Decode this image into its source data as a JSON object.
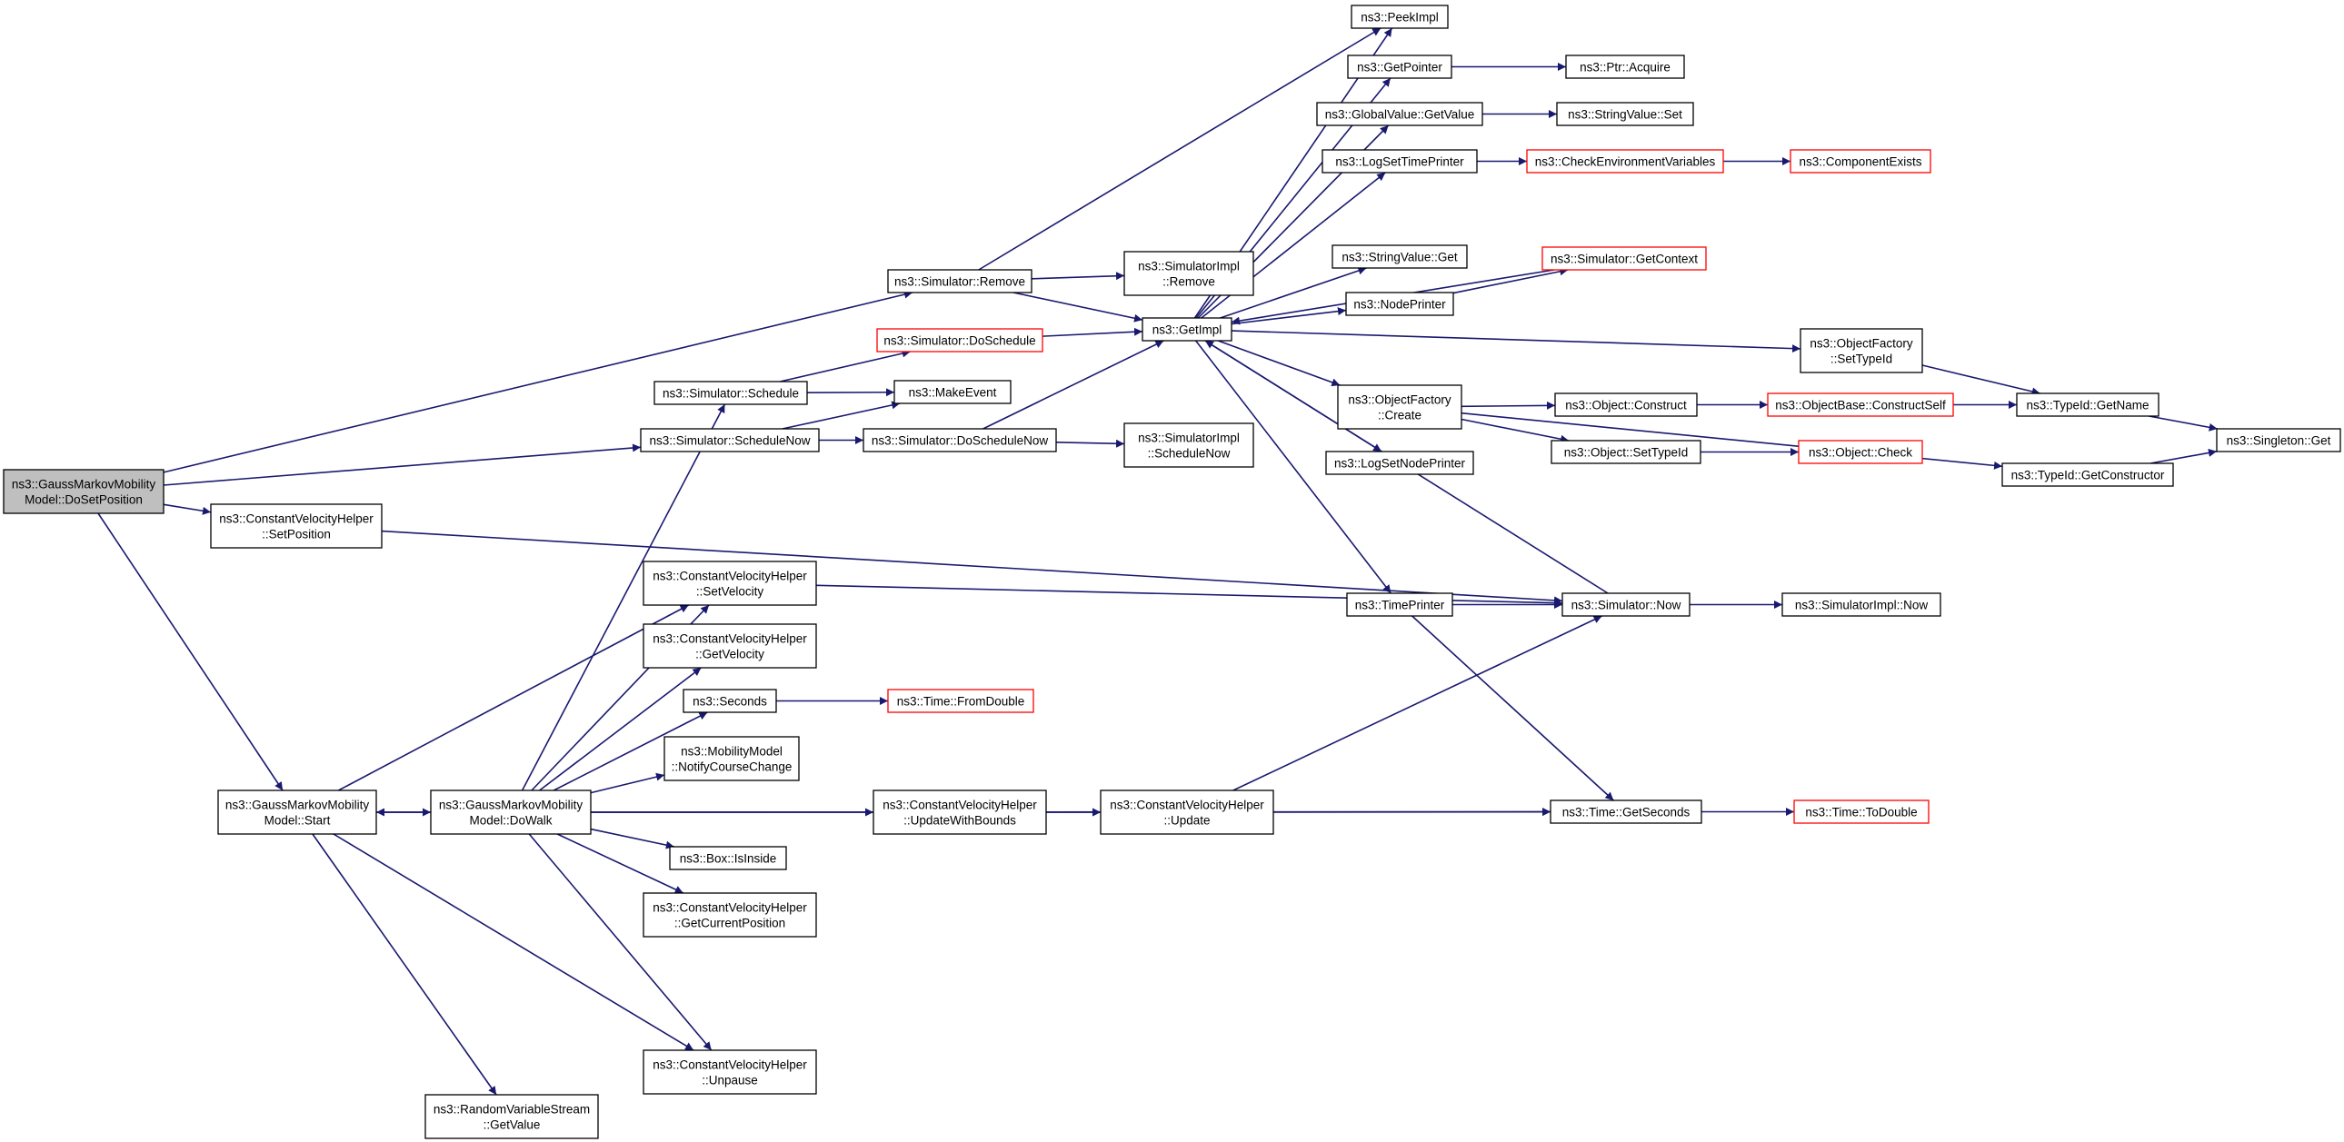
{
  "graph": {
    "title": "",
    "colors": {
      "edge": "#191970",
      "box": "#000000",
      "box_missing": "#ff0000",
      "root_fill": "#bfbfbf",
      "background": "#ffffff"
    },
    "nodes": [
      {
        "id": "dosetposition",
        "lines": [
          "ns3::GaussMarkovMobility",
          "Model::DoSetPosition"
        ],
        "style": "root"
      },
      {
        "id": "cvh_setposition",
        "lines": [
          "ns3::ConstantVelocityHelper",
          "::SetPosition"
        ],
        "style": "normal"
      },
      {
        "id": "gm_start",
        "lines": [
          "ns3::GaussMarkovMobility",
          "Model::Start"
        ],
        "style": "normal"
      },
      {
        "id": "gm_dowalk",
        "lines": [
          "ns3::GaussMarkovMobility",
          "Model::DoWalk"
        ],
        "style": "normal"
      },
      {
        "id": "rvs_getvalue",
        "lines": [
          "ns3::RandomVariableStream",
          "::GetValue"
        ],
        "style": "normal"
      },
      {
        "id": "sim_schedule",
        "lines": [
          "ns3::Simulator::Schedule"
        ],
        "style": "normal"
      },
      {
        "id": "sim_schedulenow",
        "lines": [
          "ns3::Simulator::ScheduleNow"
        ],
        "style": "normal"
      },
      {
        "id": "cvh_setvelocity",
        "lines": [
          "ns3::ConstantVelocityHelper",
          "::SetVelocity"
        ],
        "style": "normal"
      },
      {
        "id": "cvh_getvelocity",
        "lines": [
          "ns3::ConstantVelocityHelper",
          "::GetVelocity"
        ],
        "style": "normal"
      },
      {
        "id": "seconds",
        "lines": [
          "ns3::Seconds"
        ],
        "style": "normal"
      },
      {
        "id": "mm_notify",
        "lines": [
          "ns3::MobilityModel",
          "::NotifyCourseChange"
        ],
        "style": "normal"
      },
      {
        "id": "box_isinside",
        "lines": [
          "ns3::Box::IsInside"
        ],
        "style": "normal"
      },
      {
        "id": "cvh_getcurrentposition",
        "lines": [
          "ns3::ConstantVelocityHelper",
          "::GetCurrentPosition"
        ],
        "style": "normal"
      },
      {
        "id": "cvh_unpause",
        "lines": [
          "ns3::ConstantVelocityHelper",
          "::Unpause"
        ],
        "style": "normal"
      },
      {
        "id": "sim_remove",
        "lines": [
          "ns3::Simulator::Remove"
        ],
        "style": "normal"
      },
      {
        "id": "sim_doschedule",
        "lines": [
          "ns3::Simulator::DoSchedule"
        ],
        "style": "missing"
      },
      {
        "id": "makeevent",
        "lines": [
          "ns3::MakeEvent"
        ],
        "style": "normal"
      },
      {
        "id": "sim_doschedulenow",
        "lines": [
          "ns3::Simulator::DoScheduleNow"
        ],
        "style": "normal"
      },
      {
        "id": "time_fromdouble",
        "lines": [
          "ns3::Time::FromDouble"
        ],
        "style": "missing"
      },
      {
        "id": "cvh_updatewithbounds",
        "lines": [
          "ns3::ConstantVelocityHelper",
          "::UpdateWithBounds"
        ],
        "style": "normal"
      },
      {
        "id": "simimpl_remove",
        "lines": [
          "ns3::SimulatorImpl",
          "::Remove"
        ],
        "style": "normal"
      },
      {
        "id": "getimpl",
        "lines": [
          "ns3::GetImpl"
        ],
        "style": "normal"
      },
      {
        "id": "simimpl_schedulenow",
        "lines": [
          "ns3::SimulatorImpl",
          "::ScheduleNow"
        ],
        "style": "normal"
      },
      {
        "id": "cvh_update",
        "lines": [
          "ns3::ConstantVelocityHelper",
          "::Update"
        ],
        "style": "normal"
      },
      {
        "id": "peekimpl",
        "lines": [
          "ns3::PeekImpl"
        ],
        "style": "normal"
      },
      {
        "id": "getpointer",
        "lines": [
          "ns3::GetPointer"
        ],
        "style": "normal"
      },
      {
        "id": "gv_getvalue",
        "lines": [
          "ns3::GlobalValue::GetValue"
        ],
        "style": "normal"
      },
      {
        "id": "logsettimeprinter",
        "lines": [
          "ns3::LogSetTimePrinter"
        ],
        "style": "normal"
      },
      {
        "id": "stringvalue_get",
        "lines": [
          "ns3::StringValue::Get"
        ],
        "style": "normal"
      },
      {
        "id": "nodeprinter",
        "lines": [
          "ns3::NodePrinter"
        ],
        "style": "normal"
      },
      {
        "id": "of_create",
        "lines": [
          "ns3::ObjectFactory",
          "::Create"
        ],
        "style": "normal"
      },
      {
        "id": "logsetnodeprinter",
        "lines": [
          "ns3::LogSetNodePrinter"
        ],
        "style": "normal"
      },
      {
        "id": "timeprinter",
        "lines": [
          "ns3::TimePrinter"
        ],
        "style": "normal"
      },
      {
        "id": "ptr_acquire",
        "lines": [
          "ns3::Ptr::Acquire"
        ],
        "style": "normal"
      },
      {
        "id": "stringvalue_set",
        "lines": [
          "ns3::StringValue::Set"
        ],
        "style": "normal"
      },
      {
        "id": "checkenv",
        "lines": [
          "ns3::CheckEnvironmentVariables"
        ],
        "style": "missing"
      },
      {
        "id": "sim_getcontext",
        "lines": [
          "ns3::Simulator::GetContext"
        ],
        "style": "missing"
      },
      {
        "id": "object_construct",
        "lines": [
          "ns3::Object::Construct"
        ],
        "style": "normal"
      },
      {
        "id": "object_settypeid",
        "lines": [
          "ns3::Object::SetTypeId"
        ],
        "style": "normal"
      },
      {
        "id": "sim_now",
        "lines": [
          "ns3::Simulator::Now"
        ],
        "style": "normal"
      },
      {
        "id": "time_getseconds",
        "lines": [
          "ns3::Time::GetSeconds"
        ],
        "style": "normal"
      },
      {
        "id": "componentexists",
        "lines": [
          "ns3::ComponentExists"
        ],
        "style": "missing"
      },
      {
        "id": "objectbase_constructself",
        "lines": [
          "ns3::ObjectBase::ConstructSelf"
        ],
        "style": "missing"
      },
      {
        "id": "object_check",
        "lines": [
          "ns3::Object::Check"
        ],
        "style": "missing"
      },
      {
        "id": "of_settypeid",
        "lines": [
          "ns3::ObjectFactory",
          "::SetTypeId"
        ],
        "style": "normal"
      },
      {
        "id": "simimpl_now",
        "lines": [
          "ns3::SimulatorImpl::Now"
        ],
        "style": "normal"
      },
      {
        "id": "time_todouble",
        "lines": [
          "ns3::Time::ToDouble"
        ],
        "style": "missing"
      },
      {
        "id": "typeid_getname",
        "lines": [
          "ns3::TypeId::GetName"
        ],
        "style": "normal"
      },
      {
        "id": "typeid_getconstructor",
        "lines": [
          "ns3::TypeId::GetConstructor"
        ],
        "style": "normal"
      },
      {
        "id": "singleton_get",
        "lines": [
          "ns3::Singleton::Get"
        ],
        "style": "normal"
      }
    ],
    "edges": [
      [
        "dosetposition",
        "sim_remove"
      ],
      [
        "dosetposition",
        "sim_schedulenow"
      ],
      [
        "dosetposition",
        "cvh_setposition"
      ],
      [
        "dosetposition",
        "gm_start"
      ],
      [
        "cvh_setposition",
        "sim_now"
      ],
      [
        "gm_start",
        "gm_dowalk"
      ],
      [
        "gm_start",
        "cvh_setvelocity"
      ],
      [
        "gm_start",
        "cvh_update"
      ],
      [
        "gm_start",
        "cvh_unpause"
      ],
      [
        "gm_start",
        "rvs_getvalue"
      ],
      [
        "gm_dowalk",
        "gm_start"
      ],
      [
        "gm_dowalk",
        "sim_schedule"
      ],
      [
        "gm_dowalk",
        "cvh_setvelocity"
      ],
      [
        "gm_dowalk",
        "cvh_getvelocity"
      ],
      [
        "gm_dowalk",
        "seconds"
      ],
      [
        "gm_dowalk",
        "mm_notify"
      ],
      [
        "gm_dowalk",
        "cvh_updatewithbounds"
      ],
      [
        "gm_dowalk",
        "box_isinside"
      ],
      [
        "gm_dowalk",
        "cvh_getcurrentposition"
      ],
      [
        "gm_dowalk",
        "cvh_unpause"
      ],
      [
        "gm_dowalk",
        "time_getseconds"
      ],
      [
        "sim_schedule",
        "sim_doschedule"
      ],
      [
        "sim_schedule",
        "makeevent"
      ],
      [
        "sim_schedulenow",
        "makeevent"
      ],
      [
        "sim_schedulenow",
        "sim_doschedulenow"
      ],
      [
        "cvh_setvelocity",
        "sim_now"
      ],
      [
        "seconds",
        "time_fromdouble"
      ],
      [
        "sim_remove",
        "peekimpl"
      ],
      [
        "sim_remove",
        "simimpl_remove"
      ],
      [
        "sim_remove",
        "getimpl"
      ],
      [
        "sim_doschedule",
        "getimpl"
      ],
      [
        "sim_doschedulenow",
        "getimpl"
      ],
      [
        "sim_doschedulenow",
        "simimpl_schedulenow"
      ],
      [
        "cvh_updatewithbounds",
        "cvh_update"
      ],
      [
        "cvh_update",
        "sim_now"
      ],
      [
        "cvh_update",
        "time_getseconds"
      ],
      [
        "getimpl",
        "peekimpl"
      ],
      [
        "getimpl",
        "getpointer"
      ],
      [
        "getimpl",
        "gv_getvalue"
      ],
      [
        "getimpl",
        "logsettimeprinter"
      ],
      [
        "getimpl",
        "stringvalue_get"
      ],
      [
        "getimpl",
        "nodeprinter"
      ],
      [
        "getimpl",
        "of_settypeid"
      ],
      [
        "getimpl",
        "of_create"
      ],
      [
        "getimpl",
        "logsetnodeprinter"
      ],
      [
        "getimpl",
        "timeprinter"
      ],
      [
        "sim_getcontext",
        "getimpl"
      ],
      [
        "sim_now",
        "getimpl"
      ],
      [
        "sim_now",
        "simimpl_now"
      ],
      [
        "getpointer",
        "ptr_acquire"
      ],
      [
        "gv_getvalue",
        "stringvalue_set"
      ],
      [
        "logsettimeprinter",
        "checkenv"
      ],
      [
        "checkenv",
        "componentexists"
      ],
      [
        "nodeprinter",
        "sim_getcontext"
      ],
      [
        "of_create",
        "object_construct"
      ],
      [
        "of_create",
        "object_settypeid"
      ],
      [
        "of_create",
        "typeid_getconstructor"
      ],
      [
        "object_construct",
        "objectbase_constructself"
      ],
      [
        "objectbase_constructself",
        "typeid_getname"
      ],
      [
        "object_settypeid",
        "object_check"
      ],
      [
        "timeprinter",
        "sim_now"
      ],
      [
        "timeprinter",
        "time_getseconds"
      ],
      [
        "time_getseconds",
        "time_todouble"
      ],
      [
        "of_settypeid",
        "typeid_getname"
      ],
      [
        "typeid_getname",
        "singleton_get"
      ],
      [
        "typeid_getconstructor",
        "singleton_get"
      ]
    ]
  }
}
